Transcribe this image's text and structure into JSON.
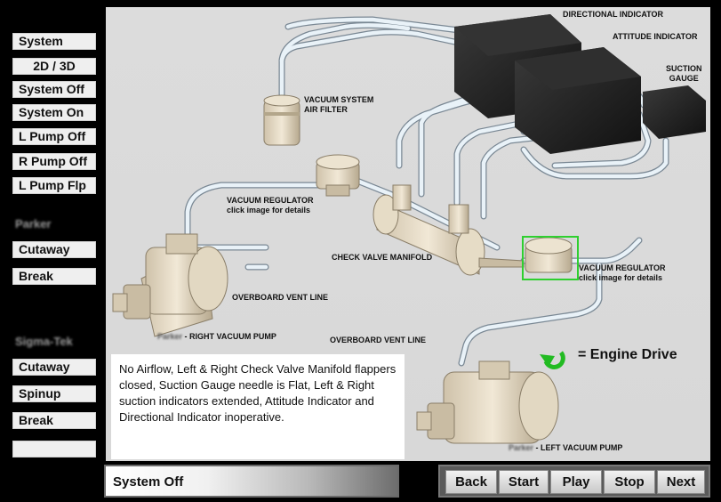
{
  "sidebar": {
    "buttons_top": [
      {
        "label": "System"
      },
      {
        "label": "2D / 3D"
      },
      {
        "label": "System Off"
      },
      {
        "label": "System On"
      },
      {
        "label": "L Pump Off"
      },
      {
        "label": "R Pump Off"
      },
      {
        "label": "L Pump Flp"
      }
    ],
    "section_parker": {
      "label": "Parker",
      "buttons": [
        {
          "label": "Cutaway"
        },
        {
          "label": "Break"
        }
      ]
    },
    "section_sigmatek": {
      "label": "Sigma-Tek",
      "buttons": [
        {
          "label": "Cutaway"
        },
        {
          "label": "Spinup"
        },
        {
          "label": "Break"
        },
        {
          "label": ""
        }
      ]
    }
  },
  "diagram": {
    "labels": {
      "directional_indicator": "DIRECTIONAL  INDICATOR",
      "attitude_indicator": "ATTITUDE  INDICATOR",
      "suction_gauge": "SUCTION\nGAUGE",
      "vacuum_filter": "VACUUM SYSTEM\nAIR FILTER",
      "regulator_top": "VACUUM REGULATOR",
      "regulator_top_sub": "click image for details",
      "check_valve": "CHECK VALVE MANIFOLD",
      "regulator_right": "VACUUM REGULATOR",
      "regulator_right_sub": "click image for details",
      "overboard_right": "OVERBOARD VENT LINE",
      "right_pump_brand": "Parker",
      "right_pump": "- RIGHT VACUUM PUMP",
      "overboard_left": "OVERBOARD VENT LINE",
      "left_pump_brand": "Parker",
      "left_pump": "- LEFT VACUUM PUMP",
      "engine_drive": "= Engine Drive"
    },
    "info_text": "No Airflow, Left & Right Check Valve Manifold flappers closed, Suction Gauge needle is Flat, Left & Right suction indicators extended, Attitude Indicator and Directional Indicator inoperative."
  },
  "status": {
    "text": "System Off"
  },
  "nav": {
    "back": "Back",
    "start": "Start",
    "play": "Play",
    "stop": "Stop",
    "next": "Next"
  },
  "colors": {
    "highlight": "#2fcf2f",
    "engine_arrow": "#22bb22",
    "background": "#000000"
  }
}
